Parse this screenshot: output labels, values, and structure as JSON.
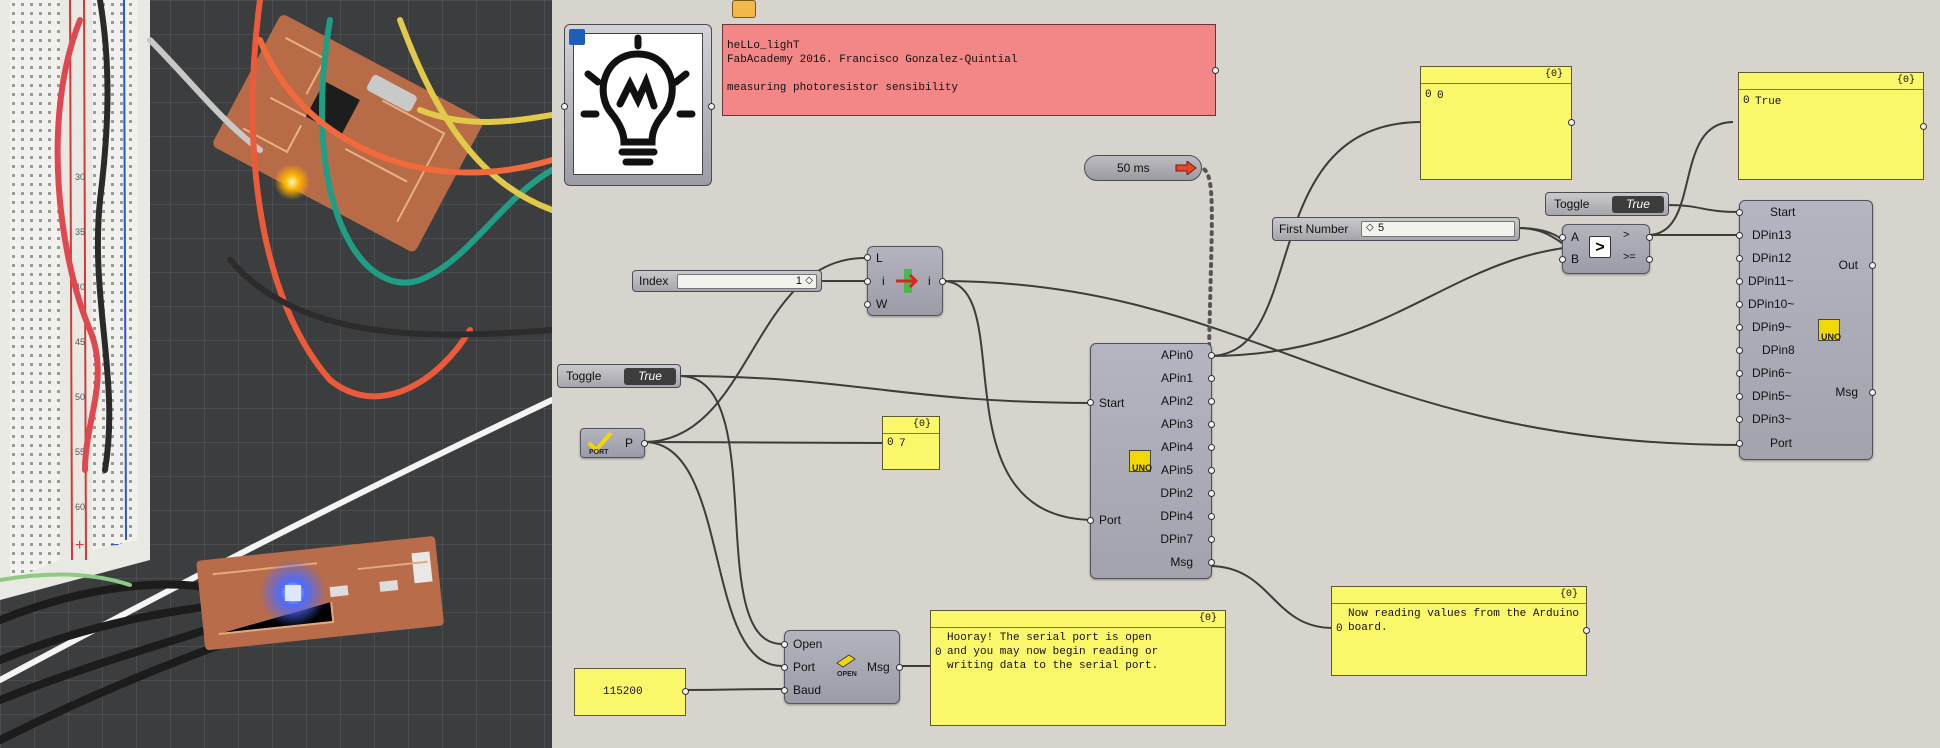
{
  "canvas": {
    "info_panel": {
      "header": "",
      "lines": [
        "heLLo_lighT",
        "FabAcademy 2016. Francisco Gonzalez-Quintial",
        "",
        "measuring photoresistor sensibility"
      ]
    },
    "timer": {
      "label": "50 ms"
    },
    "index_slider": {
      "label": "Index",
      "value": "1"
    },
    "list_item": {
      "inputs": [
        "L",
        "i",
        "W"
      ],
      "output": "i"
    },
    "toggle_left": {
      "label": "Toggle",
      "value": "True"
    },
    "port_param": {
      "label": "P",
      "icon": "PORT"
    },
    "panel_index": {
      "header": "{0}",
      "index": "0",
      "value": "7"
    },
    "arduino_read": {
      "inputs": [
        "Start",
        "Port"
      ],
      "outputs": [
        "APin0",
        "APin1",
        "APin2",
        "APin3",
        "APin4",
        "APin5",
        "DPin2",
        "DPin4",
        "DPin7",
        "Msg"
      ],
      "icon": "UNO"
    },
    "panel_top_middle": {
      "header": "{0}",
      "index": "0",
      "value": "0"
    },
    "first_number": {
      "label": "First Number",
      "value": "5"
    },
    "compare": {
      "inputs": [
        "A",
        "B"
      ],
      "outputs": [
        ">",
        ">="
      ],
      "symbol": ">"
    },
    "toggle_right": {
      "label": "Toggle",
      "value": "True"
    },
    "panel_top_right": {
      "header": "{0}",
      "index": "0",
      "value": "True"
    },
    "arduino_write": {
      "inputs": [
        "Start",
        "DPin13",
        "DPin12",
        "DPin11~",
        "DPin10~",
        "DPin9~",
        "DPin8",
        "DPin6~",
        "DPin5~",
        "DPin3~",
        "Port"
      ],
      "outputs": [
        "Out",
        "Msg"
      ],
      "icon": "UNO"
    },
    "panel_msg_right": {
      "header": "{0}",
      "index": "0",
      "lines": [
        "Now reading values from the Arduino",
        "board."
      ]
    },
    "open_port": {
      "inputs": [
        "Open",
        "Port",
        "Baud"
      ],
      "output": "Msg",
      "icon": "OPEN"
    },
    "panel_hooray": {
      "header": "{0}",
      "index": "0",
      "lines": [
        "Hooray! The serial port is open",
        "and you may now begin reading or",
        "writing data to the serial port."
      ]
    },
    "baud_panel": {
      "value": "115200"
    }
  },
  "photo": {
    "breadboard_numbers": [
      "30",
      "35",
      "40",
      "45",
      "50",
      "55",
      "60"
    ],
    "rail_plus": "+",
    "rail_minus": "−"
  },
  "colors": {
    "canvas_bg": "#d6d4cc",
    "panel_yellow": "#fbf76a",
    "panel_red": "#f38686",
    "component": "#a8a8b3",
    "wire": "#3c3c3c",
    "pcb": "#b96c4a",
    "led": "#3a5bff"
  }
}
